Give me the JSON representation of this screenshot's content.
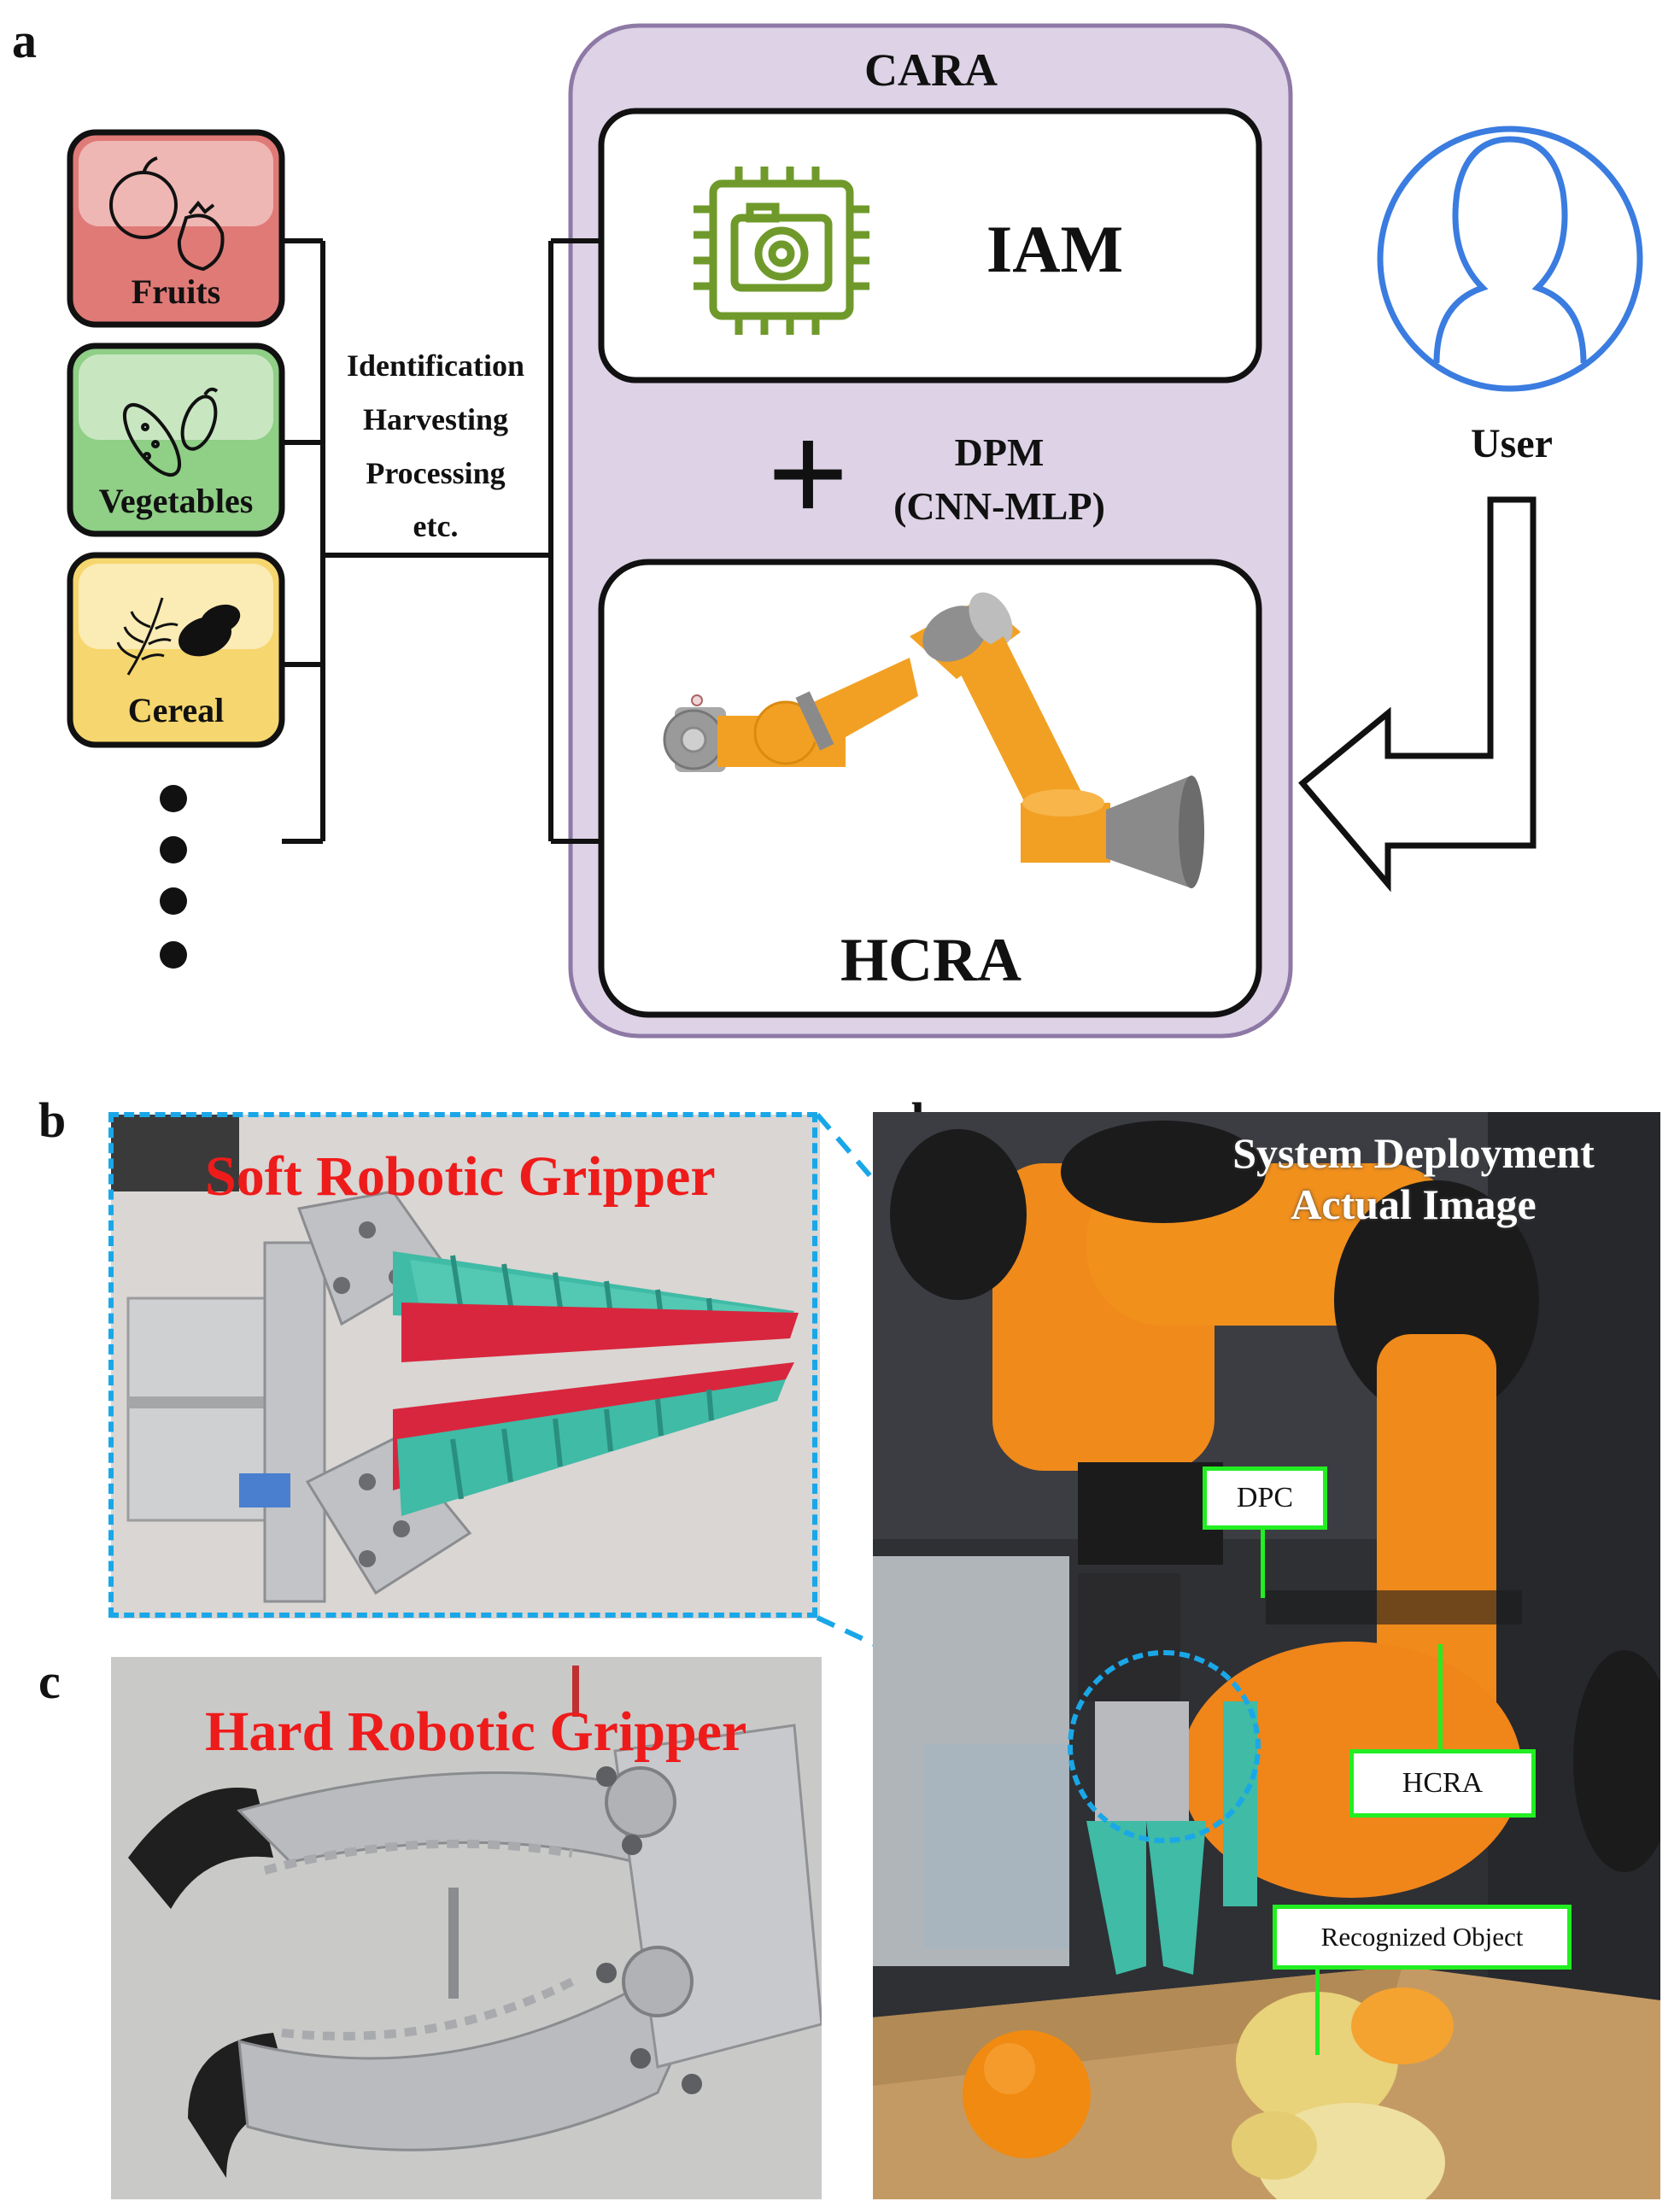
{
  "panels": {
    "a": "a",
    "b": "b",
    "c": "c",
    "d": "d"
  },
  "diagram": {
    "categories": [
      {
        "label": "Fruits",
        "fill": "#e07a77",
        "icon": "fruit-icon"
      },
      {
        "label": "Vegetables",
        "fill": "#8fcf86",
        "icon": "vegetable-icon"
      },
      {
        "label": "Cereal",
        "fill": "#f6d66e",
        "icon": "cereal-icon"
      }
    ],
    "tasks": [
      "Identification",
      "Harvesting",
      "Processing",
      "etc."
    ],
    "system_title": "CARA",
    "module_iam": "IAM",
    "plus": "+",
    "dpm_line1": "DPM",
    "dpm_line2": "(CNN-MLP)",
    "module_hcra": "HCRA",
    "user_label": "User",
    "colors": {
      "cara_bg": "#ddd2e6",
      "iam_icon": "#6f9a2b",
      "user_icon": "#3a7ce0",
      "arm_orange": "#f2a023"
    }
  },
  "photos": {
    "soft_gripper_title": "Soft Robotic Gripper",
    "hard_gripper_title": "Hard Robotic Gripper",
    "deployment_title_line1": "System Deployment",
    "deployment_title_line2": "Actual Image",
    "callouts": {
      "dpc": "DPC",
      "hcra": "HCRA",
      "object": "Recognized Object"
    },
    "colors": {
      "dashed_link": "#1aa7e8",
      "callout_border": "#22ee22",
      "title_red": "#ee1b1b"
    }
  }
}
